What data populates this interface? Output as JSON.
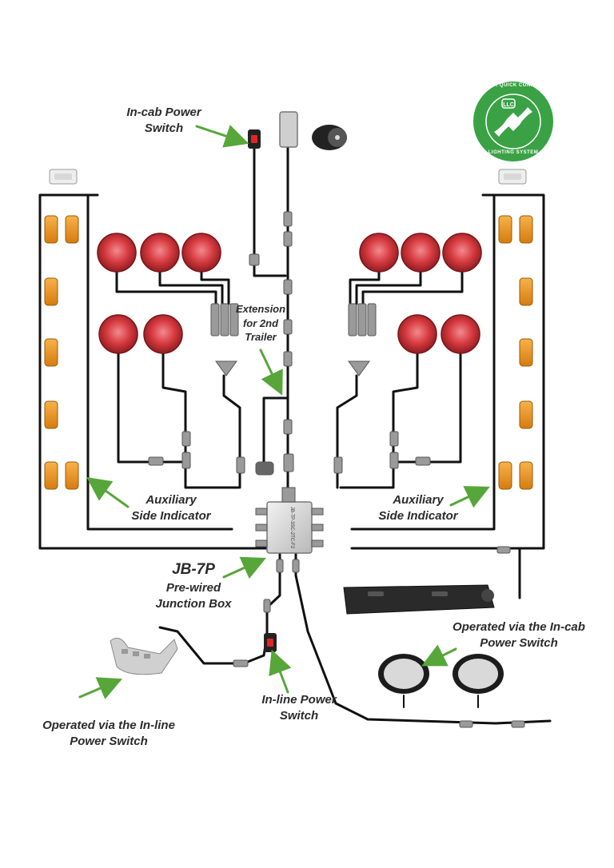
{
  "labels": {
    "in_cab_switch": [
      "In-cab Power",
      "Switch"
    ],
    "extension": [
      "Extension",
      "for 2nd",
      "Trailer"
    ],
    "aux_left": [
      "Auxiliary",
      "Side Indicator"
    ],
    "aux_right": [
      "Auxiliary",
      "Side Indicator"
    ],
    "junction_title": "JB-7P",
    "junction_sub": [
      "Pre-wired",
      "Junction Box"
    ],
    "operated_incab": [
      "Operated via the In-cab",
      "Power Switch"
    ],
    "inline_switch": [
      "In-line Power",
      "Switch"
    ],
    "operated_inline": [
      "Operated via the In-line",
      "Power Switch"
    ],
    "box_text": "JB-7P-3SC-2TC-F2"
  },
  "logo": {
    "ring_text_top": "CLICK QUICK CONNECT",
    "ring_text_bottom": "LIGHTING SYSTEM",
    "badge": "LLC"
  },
  "colors": {
    "arrow": "#57a63a",
    "logo_green": "#3aa244",
    "lamp_red": "#d63a3f",
    "amber": "#e08a16",
    "wire": "#111111"
  }
}
